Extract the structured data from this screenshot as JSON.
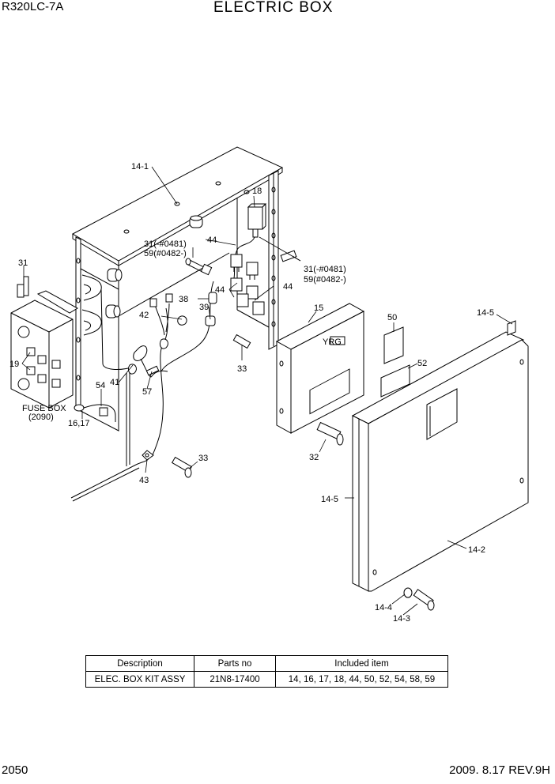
{
  "header": {
    "model": "R320LC-7A",
    "title": "ELECTRIC BOX"
  },
  "footer": {
    "page": "2050",
    "date_rev": "2009. 8.17  REV.9H"
  },
  "callouts": {
    "c14_1": "14-1",
    "c18": "18",
    "c31_59_left_a": "31(-#0481)",
    "c31_59_left_b": "59(#0482-)",
    "c44_top": "44",
    "c31_left": "31",
    "c31_59_right_a": "31(-#0481)",
    "c31_59_right_b": "59(#0482-)",
    "c44_mid": "44",
    "c44_right": "44",
    "c38": "38",
    "c39": "39",
    "c42": "42",
    "c19": "19",
    "c33_top": "33",
    "c15": "15",
    "c50": "50",
    "c14_5_top": "14-5",
    "c52": "52",
    "c54": "54",
    "c41": "41",
    "c57": "57",
    "fuse_box_a": "FUSE BOX",
    "fuse_box_b": "(2090)",
    "c16_17": "16,17",
    "c32": "32",
    "c33_bottom": "33",
    "c43": "43",
    "c14_5_left": "14-5",
    "c14_2": "14-2",
    "c14_4": "14-4",
    "c14_3": "14-3"
  },
  "controller_label": "YRG",
  "parts_table": {
    "headers": [
      "Description",
      "Parts no",
      "Included item"
    ],
    "rows": [
      [
        "ELEC. BOX KIT ASSY",
        "21N8-17400",
        "14, 16, 17, 18, 44, 50, 52, 54, 58, 59"
      ]
    ]
  }
}
